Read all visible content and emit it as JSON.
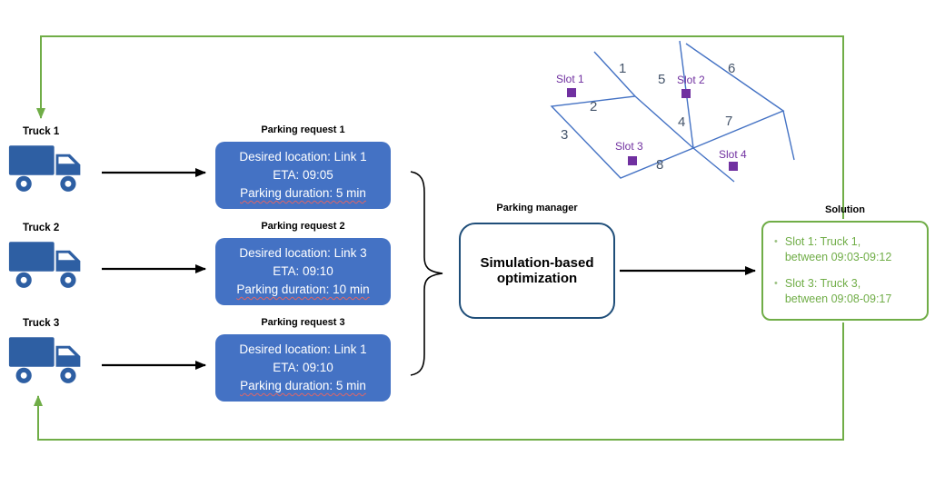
{
  "trucks": [
    {
      "label": "Truck 1"
    },
    {
      "label": "Truck 2"
    },
    {
      "label": "Truck 3"
    }
  ],
  "requests": [
    {
      "title": "Parking request 1",
      "line1": "Desired location: Link 1",
      "line2": "ETA: 09:05",
      "line3": "Parking duration: 5 min"
    },
    {
      "title": "Parking request 2",
      "line1": "Desired location: Link 3",
      "line2": "ETA: 09:10",
      "line3": "Parking duration: 10 min"
    },
    {
      "title": "Parking request 3",
      "line1": "Desired location: Link 1",
      "line2": "ETA: 09:10",
      "line3": "Parking duration: 5 min"
    }
  ],
  "manager": {
    "title": "Parking manager",
    "body": "Simulation-based optimization"
  },
  "solution": {
    "title": "Solution",
    "bullet": "•",
    "items": [
      {
        "line1": "Slot 1: Truck 1,",
        "line2": "between 09:03-09:12"
      },
      {
        "line1": "Slot 3: Truck 3,",
        "line2": "between 09:08-09:17"
      }
    ]
  },
  "network": {
    "links": [
      "1",
      "2",
      "3",
      "4",
      "5",
      "6",
      "7",
      "8"
    ],
    "slots": [
      "Slot 1",
      "Slot 2",
      "Slot 3",
      "Slot 4"
    ]
  },
  "colors": {
    "request_box": "#4472c4",
    "manager_border": "#1f4e79",
    "solution_green": "#70ad47",
    "slot_purple": "#7030a0",
    "network_blue": "#4472c4",
    "truck_blue": "#2e5fa3"
  }
}
